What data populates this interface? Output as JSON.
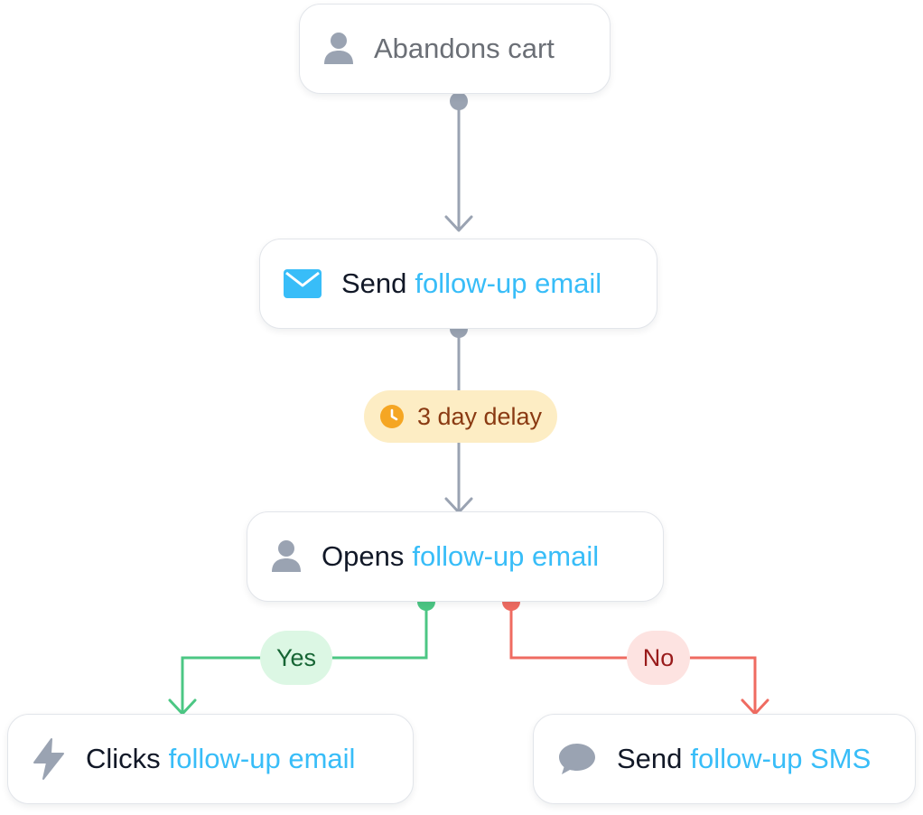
{
  "nodes": {
    "trigger": {
      "label": "Abandons cart",
      "icon": "user-icon"
    },
    "send_email": {
      "prefix": "Send",
      "highlight": "follow-up email",
      "icon": "envelope-icon"
    },
    "opens_email": {
      "prefix": "Opens",
      "highlight": "follow-up email",
      "icon": "user-icon"
    },
    "clicks_email": {
      "prefix": "Clicks",
      "highlight": "follow-up email",
      "icon": "lightning-icon"
    },
    "send_sms": {
      "prefix": "Send",
      "highlight": "follow-up SMS",
      "icon": "chat-bubble-icon"
    }
  },
  "delay": {
    "label": "3 day delay",
    "icon": "clock-icon"
  },
  "branches": {
    "yes": "Yes",
    "no": "No"
  },
  "colors": {
    "connector": "#9aa3b2",
    "accent_text": "#38bdf8",
    "email_icon": "#38bdf8",
    "delay_bg": "#fdedc4",
    "delay_icon": "#f5a623",
    "delay_text": "#8a3a12",
    "yes_line": "#4cc784",
    "yes_bg": "#dcf7e4",
    "yes_text": "#166534",
    "no_line": "#ef6b61",
    "no_bg": "#fde3e1",
    "no_text": "#991b1b"
  }
}
